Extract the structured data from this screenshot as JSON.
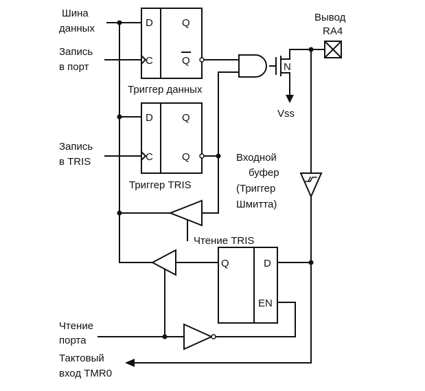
{
  "labels": {
    "data_bus_line1": "Шина",
    "data_bus_line2": "данных",
    "write_port_line1": "Запись",
    "write_port_line2": "в порт",
    "write_tris_line1": "Запись",
    "write_tris_line2": "в TRIS",
    "data_latch": "Триггер данных",
    "tris_latch": "Триггер TRIS",
    "read_tris": "Чтение TRIS",
    "read_port_line1": "Чтение",
    "read_port_line2": "порта",
    "tmr0_line1": "Тактовый",
    "tmr0_line2": "вход TMR0",
    "pin_line1": "Вывод",
    "pin_line2": "RA4",
    "vss": "Vss",
    "input_buffer_line1": "Входной",
    "input_buffer_line2": "буфер",
    "input_buffer_line3": "(Триггер",
    "input_buffer_line4": "Шмитта)",
    "nmos": "N"
  },
  "pins": {
    "d": "D",
    "q": "Q",
    "qbar": "Q",
    "c": "C",
    "en": "EN"
  }
}
